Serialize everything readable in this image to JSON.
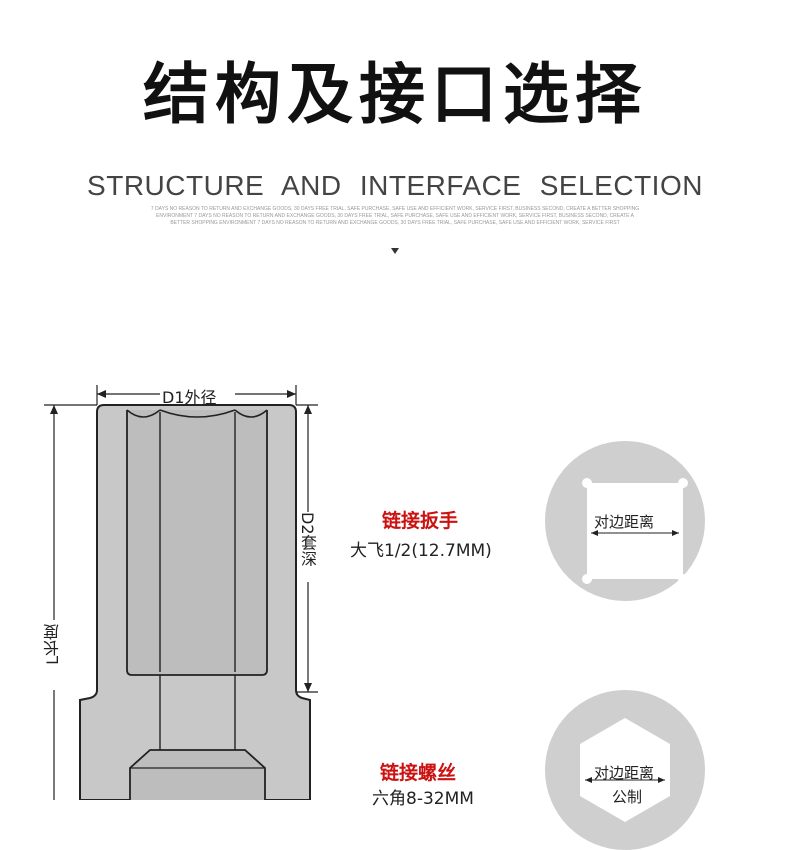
{
  "header": {
    "title": "结构及接口选择",
    "subtitle": "STRUCTURE AND INTERFACE SELECTION",
    "fineprint": "7 DAYS NO REASON TO RETURN AND EXCHANGE GOODS, 30 DAYS FREE TRIAL, SAFE PURCHASE, SAFE USE AND EFFICIENT WORK, SERVICE FIRST, BUSINESS SECOND, CREATE A BETTER SHOPPING ENVIRONMENT 7 DAYS NO REASON TO RETURN AND EXCHANGE GOODS, 30 DAYS FREE TRIAL, SAFE PURCHASE, SAFE USE AND EFFICIENT WORK, SERVICE FIRST, BUSINESS SECOND, CREATE A BETTER SHOPPING ENVIRONMENT 7 DAYS NO REASON TO RETURN AND EXCHANGE GOODS, 30 DAYS FREE TRIAL, SAFE PURCHASE, SAFE USE AND EFFICIENT WORK, SERVICE FIRST"
  },
  "dimensions": {
    "d1": "D1外径",
    "d2": "D2套深",
    "l": "L长度"
  },
  "interfaces": [
    {
      "title": "链接扳手",
      "spec": "大飞1/2(12.7MM)",
      "distance_label": "对边距离"
    },
    {
      "title": "链接螺丝",
      "spec": "六角8-32MM",
      "distance_label": "对边距离",
      "unit": "公制"
    }
  ],
  "colors": {
    "accent": "#cc1111",
    "circle": "#cfcfcf",
    "socket_fill": "#c8c8c8",
    "socket_stroke": "#222222"
  }
}
